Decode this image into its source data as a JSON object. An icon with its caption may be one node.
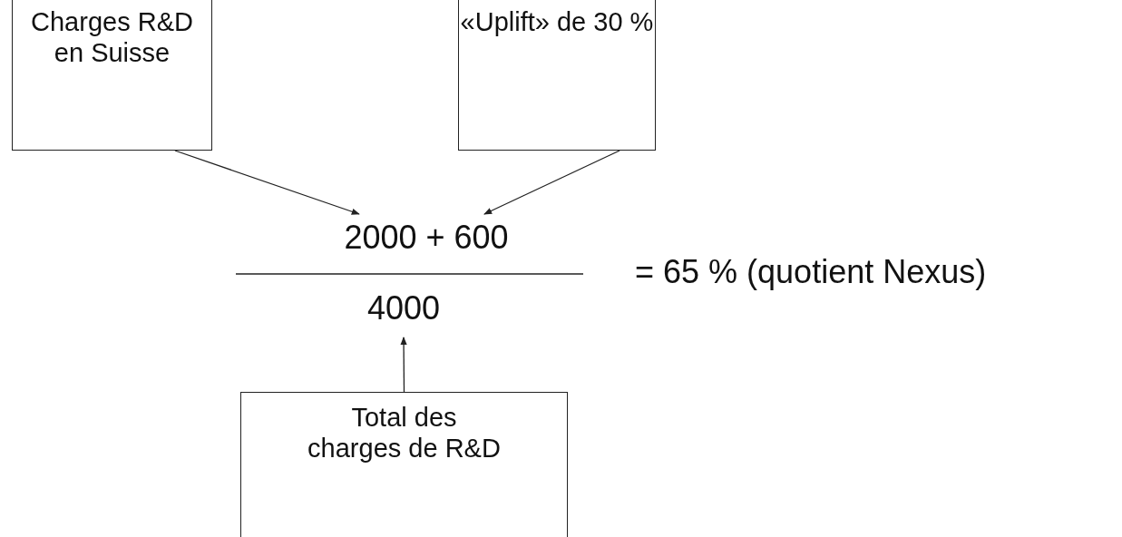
{
  "diagram": {
    "nodes": [
      {
        "text": [
          "Charges R&D en Suisse"
        ]
      },
      {
        "text": [
          "«Uplift» de 30 %"
        ]
      },
      {
        "text": [
          "2000 + 600"
        ]
      },
      {
        "text": [
          "4000"
        ]
      },
      {
        "text": [
          "Total des charges de R&D"
        ]
      }
    ],
    "edges": [
      {
        "from": 0,
        "to": 2,
        "arrow": "to"
      },
      {
        "from": 1,
        "to": 2,
        "arrow": "to"
      },
      {
        "from": 4,
        "to": 3,
        "arrow": "to"
      }
    ],
    "labels": [
      "= 65 % (quotient Nexus)"
    ]
  }
}
